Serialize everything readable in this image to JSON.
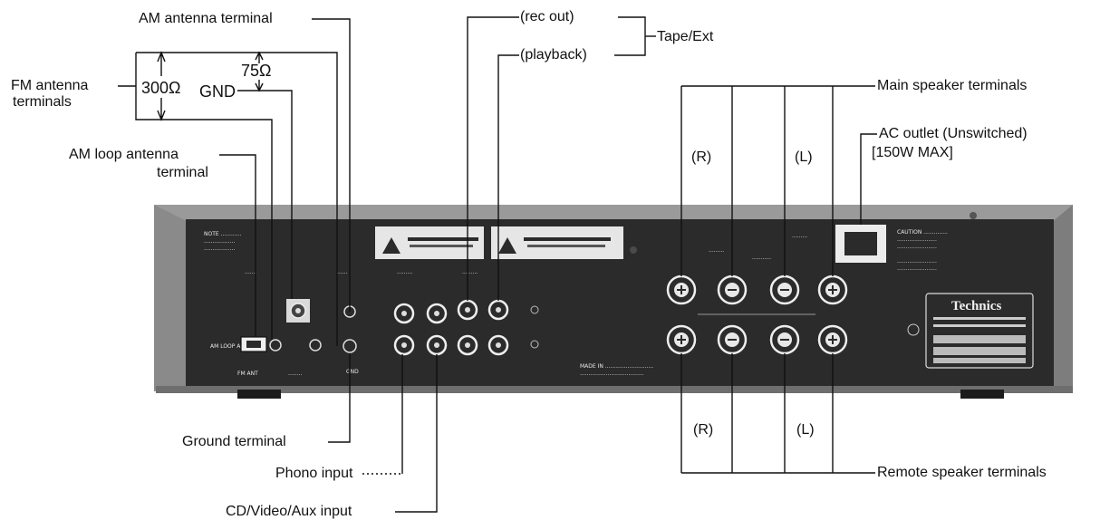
{
  "callouts": {
    "am_antenna": "AM antenna terminal",
    "fm_antenna_line1": "FM antenna",
    "fm_antenna_line2": "terminals",
    "ohm300": "300Ω",
    "ohm75": "75Ω",
    "gnd": "GND",
    "am_loop_line1": "AM loop antenna",
    "am_loop_line2": "terminal",
    "ground_terminal": "Ground terminal",
    "phono_input": "Phono input",
    "cd_input": "CD/Video/Aux input",
    "rec_out": "(rec out)",
    "playback": "(playback)",
    "tape_ext": "Tape/Ext",
    "main_speaker": "Main speaker terminals",
    "remote_speaker": "Remote speaker terminals",
    "ac_outlet_line1": "AC outlet (Unswitched)",
    "ac_outlet_line2": "[150W MAX]",
    "right_top": "(R)",
    "left_top": "(L)",
    "right_bottom": "(R)",
    "left_bottom": "(L)"
  },
  "panel": {
    "brand": "Technics"
  },
  "colors": {
    "panel": "#2b2b2b",
    "panel_top": "#9c9c9c",
    "label_white": "#f0f0f0",
    "line": "#111111"
  }
}
